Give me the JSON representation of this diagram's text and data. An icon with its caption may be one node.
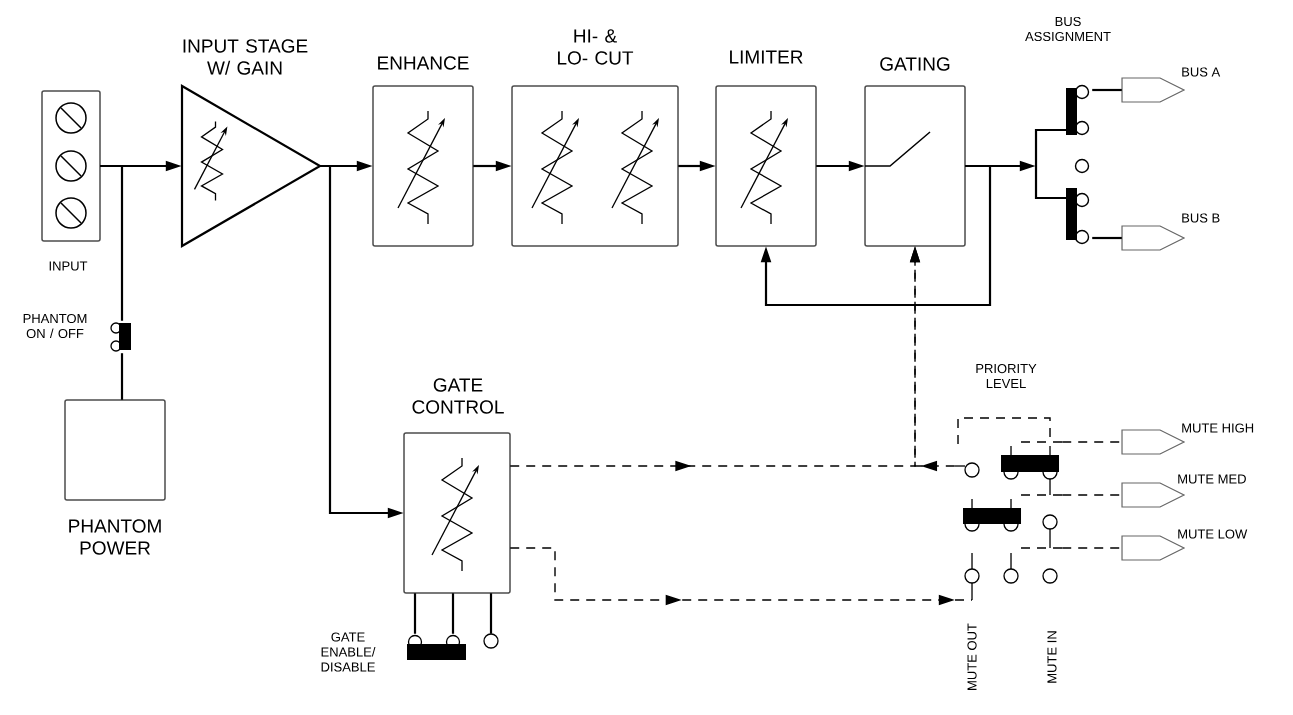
{
  "diagram": {
    "nodes": [
      {
        "text": [
          "INPUT"
        ]
      },
      {
        "text": [
          "INPUT STAGE W/ GAIN"
        ]
      },
      {
        "text": [
          "ENHANCE"
        ]
      },
      {
        "text": [
          "HI- & LO- CUT"
        ]
      },
      {
        "text": [
          "LIMITER"
        ]
      },
      {
        "text": [
          "GATING"
        ]
      },
      {
        "text": [
          "BUS ASSIGNMENT"
        ]
      },
      {
        "text": [
          "BUS A"
        ]
      },
      {
        "text": [
          "BUS B"
        ]
      },
      {
        "text": [
          "PHANTOM ON / OFF"
        ]
      },
      {
        "text": [
          "PHANTOM POWER"
        ]
      },
      {
        "text": [
          "GATE CONTROL"
        ]
      },
      {
        "text": [
          "GATE ENABLE/ DISABLE"
        ]
      },
      {
        "text": [
          "PRIORITY LEVEL"
        ]
      },
      {
        "text": [
          "MUTE HIGH"
        ]
      },
      {
        "text": [
          "MUTE MED"
        ]
      },
      {
        "text": [
          "MUTE LOW"
        ]
      }
    ],
    "edges": [
      {
        "from": 0,
        "to": 1,
        "arrow": "to"
      },
      {
        "from": 0,
        "to": 9,
        "arrow": "none"
      },
      {
        "from": 9,
        "to": 10,
        "arrow": "none"
      },
      {
        "from": 1,
        "to": 2,
        "arrow": "to"
      },
      {
        "from": 1,
        "to": 11,
        "arrow": "to"
      },
      {
        "from": 2,
        "to": 3,
        "arrow": "to"
      },
      {
        "from": 3,
        "to": 4,
        "arrow": "to"
      },
      {
        "from": 4,
        "to": 5,
        "arrow": "to"
      },
      {
        "from": 5,
        "to": 6,
        "arrow": "to"
      },
      {
        "from": 5,
        "to": 4,
        "arrow": "to"
      },
      {
        "from": 6,
        "to": 7,
        "arrow": "none"
      },
      {
        "from": 6,
        "to": 8,
        "arrow": "none"
      },
      {
        "from": 11,
        "to": 5,
        "arrow": "to",
        "style": "dashed"
      },
      {
        "from": 13,
        "to": 5,
        "arrow": "to",
        "style": "dashed"
      },
      {
        "from": 11,
        "to": 13,
        "arrow": "to",
        "style": "dashed"
      },
      {
        "from": 13,
        "to": 14,
        "arrow": "none",
        "style": "dashed"
      },
      {
        "from": 13,
        "to": 15,
        "arrow": "none",
        "style": "dashed"
      },
      {
        "from": 13,
        "to": 16,
        "arrow": "none",
        "style": "dashed"
      },
      {
        "from": 11,
        "to": 12,
        "arrow": "none"
      }
    ],
    "labels": [
      "MUTE OUT",
      "MUTE IN"
    ]
  }
}
